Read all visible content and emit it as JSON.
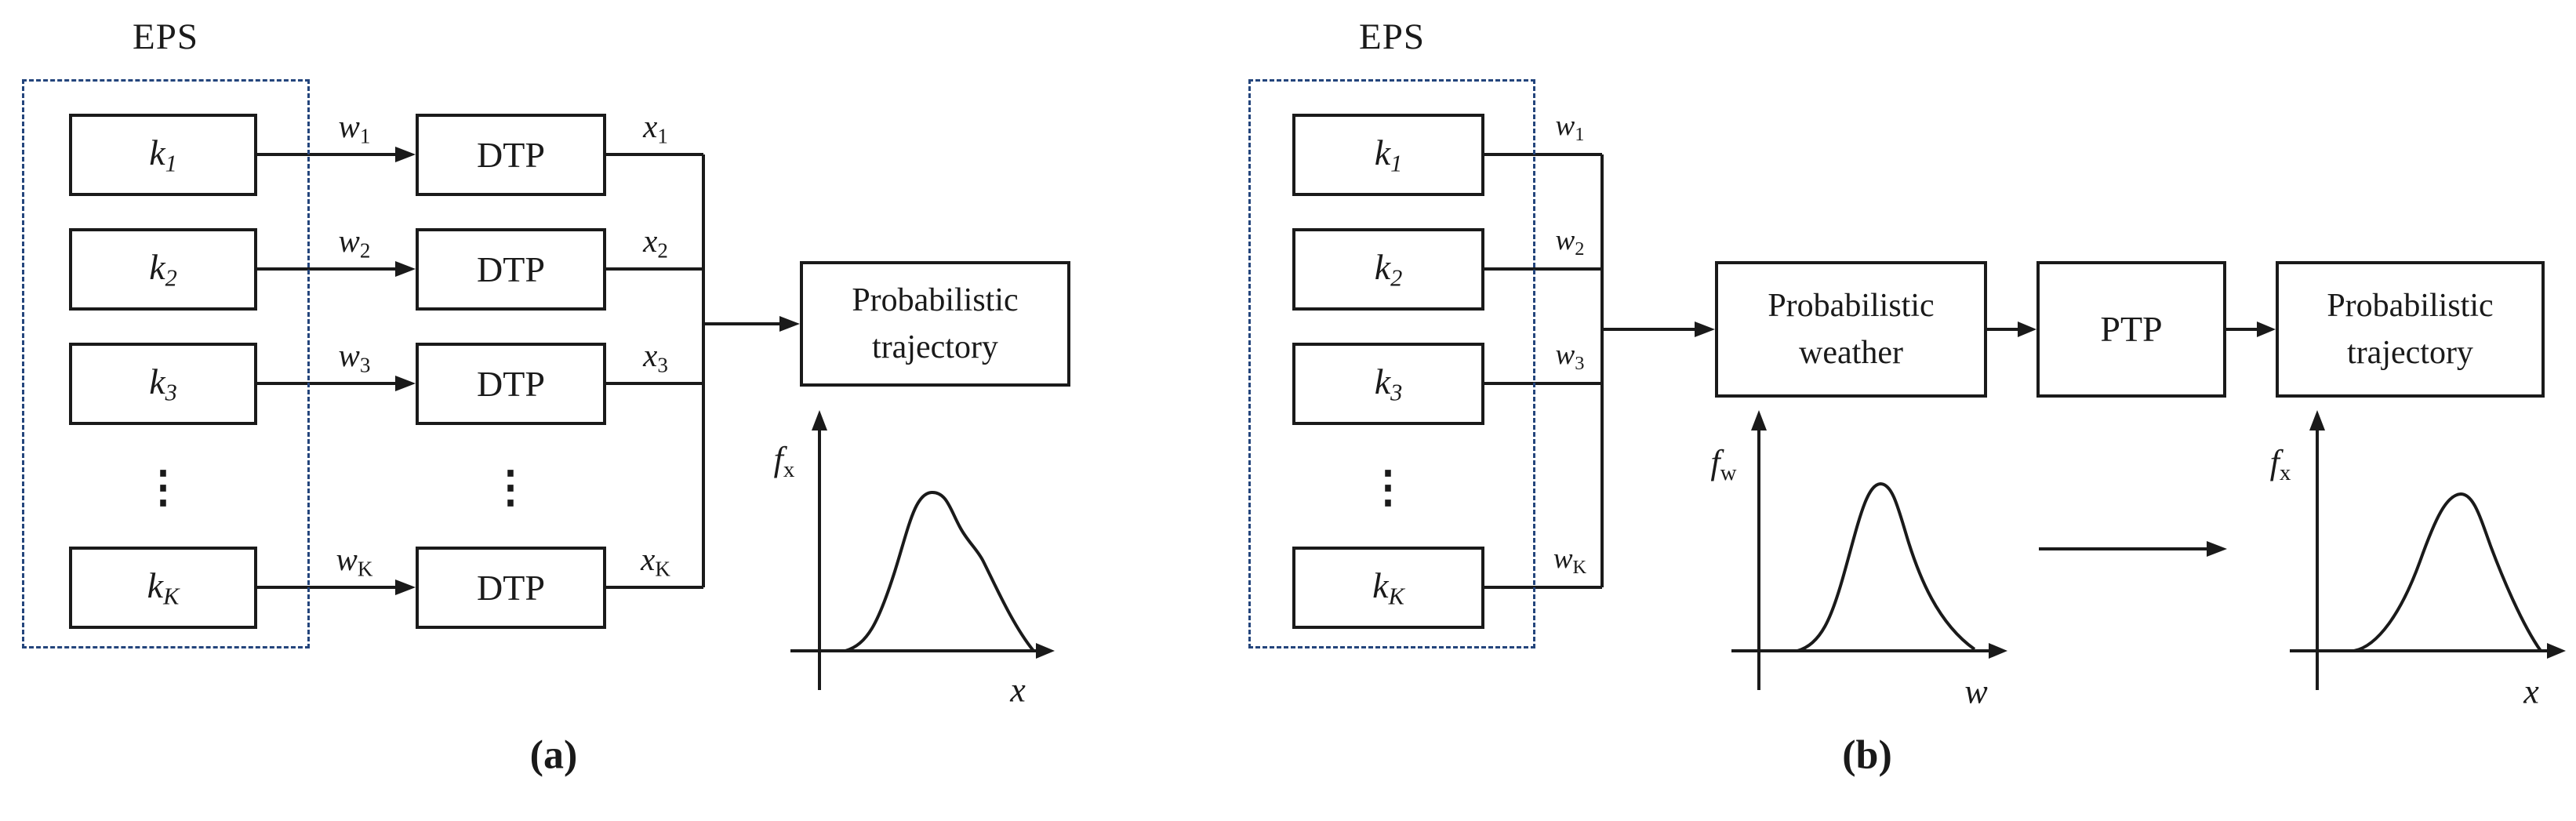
{
  "colors": {
    "stroke": "#1a1a1a",
    "dashed_border": "#24457c",
    "background": "#ffffff"
  },
  "panel_a": {
    "caption": "(a)",
    "eps_label": "EPS",
    "ellipsis": "⋮",
    "rows": [
      {
        "k_base": "k",
        "k_sub": "1",
        "w_base": "w",
        "w_sub": "1",
        "dtp_label": "DTP",
        "x_base": "x",
        "x_sub": "1"
      },
      {
        "k_base": "k",
        "k_sub": "2",
        "w_base": "w",
        "w_sub": "2",
        "dtp_label": "DTP",
        "x_base": "x",
        "x_sub": "2"
      },
      {
        "k_base": "k",
        "k_sub": "3",
        "w_base": "w",
        "w_sub": "3",
        "dtp_label": "DTP",
        "x_base": "x",
        "x_sub": "3"
      },
      {
        "k_base": "k",
        "k_sub": "K",
        "w_base": "w",
        "w_sub": "K",
        "dtp_label": "DTP",
        "x_base": "x",
        "x_sub": "K"
      }
    ],
    "output_box": {
      "line1": "Probabilistic",
      "line2": "trajectory"
    },
    "plot": {
      "y_base": "f",
      "y_sub": "x",
      "x_label": "x"
    }
  },
  "panel_b": {
    "caption": "(b)",
    "eps_label": "EPS",
    "ellipsis": "⋮",
    "rows": [
      {
        "k_base": "k",
        "k_sub": "1",
        "w_base": "w",
        "w_sub": "1"
      },
      {
        "k_base": "k",
        "k_sub": "2",
        "w_base": "w",
        "w_sub": "2"
      },
      {
        "k_base": "k",
        "k_sub": "3",
        "w_base": "w",
        "w_sub": "3"
      },
      {
        "k_base": "k",
        "k_sub": "K",
        "w_base": "w",
        "w_sub": "K"
      }
    ],
    "weather_box": {
      "line1": "Probabilistic",
      "line2": "weather"
    },
    "ptp_box": {
      "label": "PTP"
    },
    "trajectory_box": {
      "line1": "Probabilistic",
      "line2": "trajectory"
    },
    "plot_w": {
      "y_base": "f",
      "y_sub": "w",
      "x_label": "w"
    },
    "plot_x": {
      "y_base": "f",
      "y_sub": "x",
      "x_label": "x"
    }
  }
}
